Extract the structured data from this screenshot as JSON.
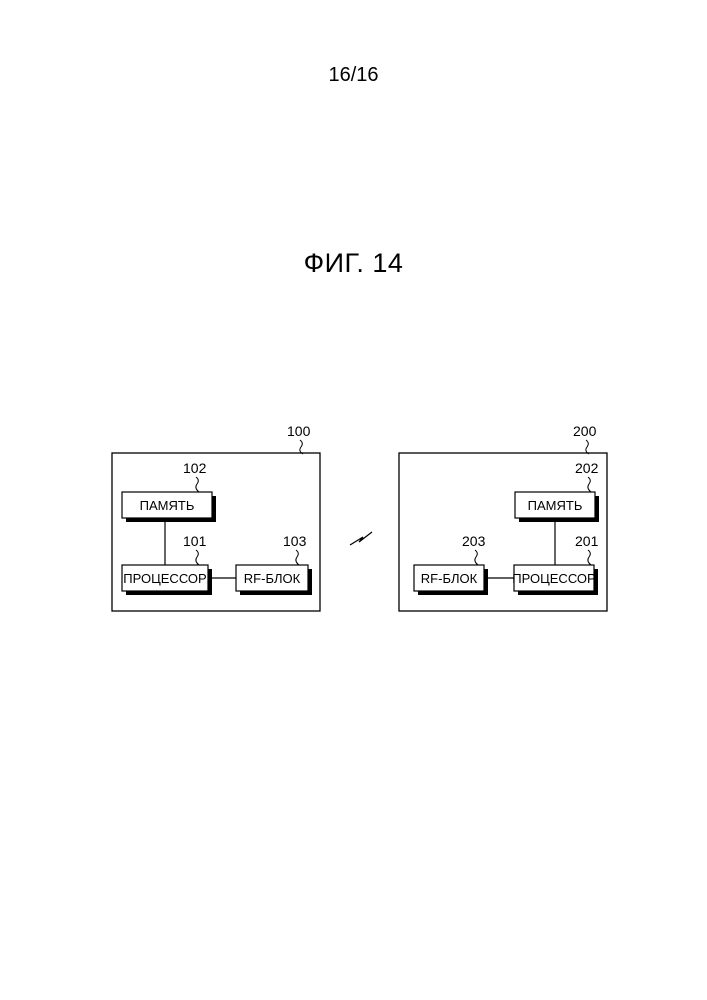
{
  "page_number": "16/16",
  "figure_title": "ФИГ. 14",
  "devices": [
    {
      "ref": "100",
      "memory": {
        "ref": "102",
        "label": "ПАМЯТЬ"
      },
      "processor": {
        "ref": "101",
        "label": "ПРОЦЕССОР"
      },
      "rf": {
        "ref": "103",
        "label": "RF-БЛОК"
      }
    },
    {
      "ref": "200",
      "memory": {
        "ref": "202",
        "label": "ПАМЯТЬ"
      },
      "processor": {
        "ref": "201",
        "label": "ПРОЦЕССОР"
      },
      "rf": {
        "ref": "203",
        "label": "RF-БЛОК"
      }
    }
  ]
}
